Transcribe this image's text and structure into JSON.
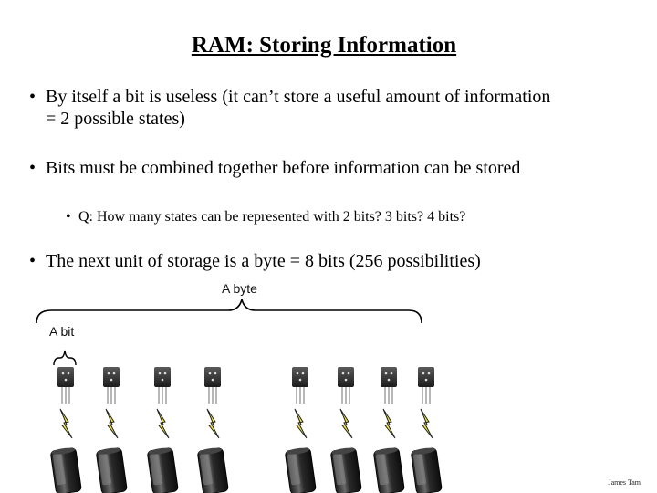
{
  "slide": {
    "title": "RAM: Storing Information",
    "bullets": [
      "By itself a bit is useless (it can’t store a useful amount of information = 2 possible states)",
      "Bits must be combined together before information can be stored",
      "The next unit of storage is a byte = 8 bits (256 possibilities)"
    ],
    "sub_bullet": "Q: How many states can be represented with 2 bits? 3 bits? 4 bits?",
    "bullet_char": "•",
    "diagram": {
      "byte_label": "A byte",
      "bit_label": "A bit",
      "cell_count": 8
    },
    "credit": "James Tam"
  }
}
